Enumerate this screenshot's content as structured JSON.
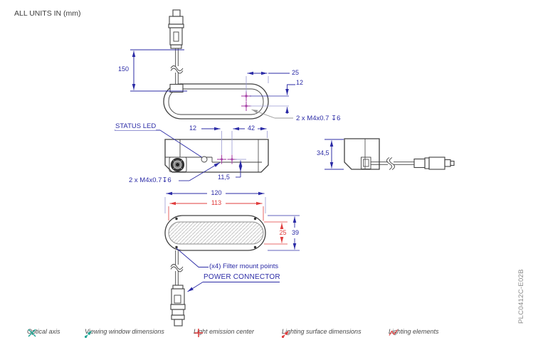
{
  "title_note": "ALL UNITS IN (mm)",
  "part_number": "PLC0412C-E02B",
  "annotations": {
    "status_led": "STATUS LED",
    "thread_spec_top": "2 x M4x0.7 ↧6",
    "thread_spec_front": "2 x M4x0.7↧6",
    "filter_mount": "(x4) Filter mount points",
    "power_connector": "POWER CONNECTOR"
  },
  "dimensions": {
    "cable_length": "150",
    "hole_offset_from_edge": "25",
    "hole_spacing_top": "12",
    "hole_spacing_front": "12",
    "hole_to_edge_front": "42",
    "hole_height_offset": "11,5",
    "housing_depth": "34,5",
    "housing_length": "120",
    "emitting_length": "113",
    "emitting_width": "25",
    "housing_width": "39"
  },
  "legend": {
    "items": [
      {
        "label": "Optical axis",
        "icon": "optical-axis-icon"
      },
      {
        "label": "Viewing window dimensions",
        "icon": "viewing-window-icon"
      },
      {
        "label": "Light emission center",
        "icon": "light-emission-center-icon"
      },
      {
        "label": "Lighting surface dimensions",
        "icon": "lighting-surface-icon"
      },
      {
        "label": "Lighting elements",
        "icon": "lighting-elements-icon"
      }
    ]
  },
  "colors": {
    "dimension_blue": "#2b2ba6",
    "extension_lavender": "#9a9ad2",
    "highlight_red": "#e03c3c",
    "mount_magenta": "#a845a8",
    "legend_teal": "#21a695",
    "outline_gray": "#404040"
  }
}
